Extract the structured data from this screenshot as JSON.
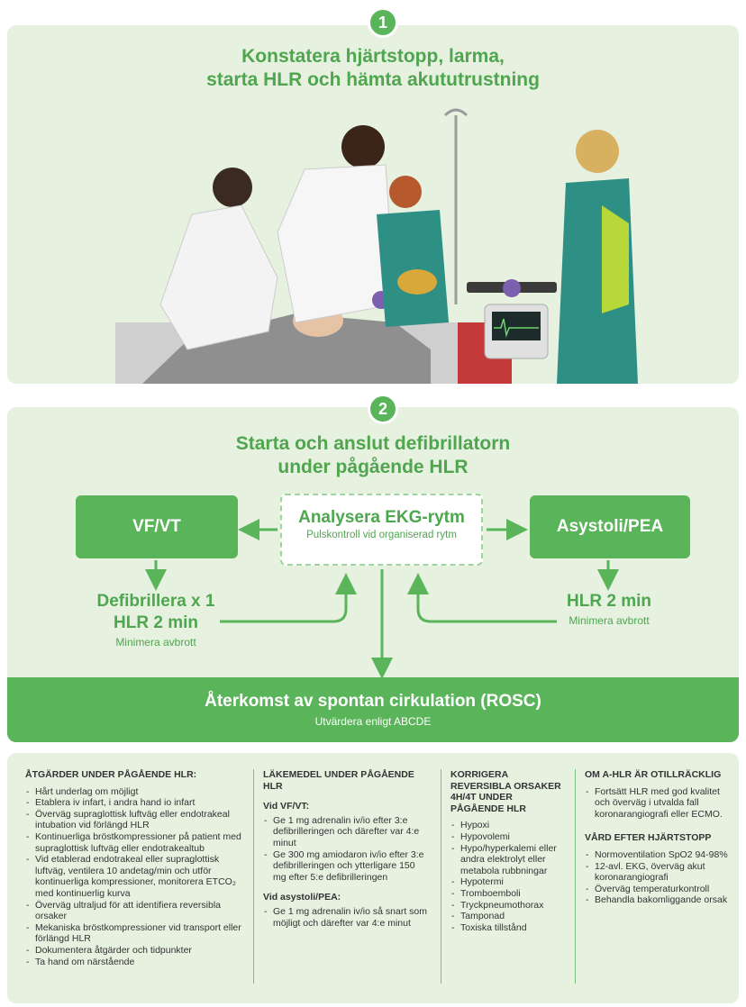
{
  "step1": {
    "number": "1",
    "title_line1": "Konstatera hjärtstopp, larma,",
    "title_line2": "starta HLR och hämta akututrustning"
  },
  "step2": {
    "number": "2",
    "title_line1": "Starta och anslut defibrillatorn",
    "title_line2": "under pågående HLR",
    "analyse_title": "Analysera EKG-rytm",
    "analyse_sub": "Pulskontroll vid organiserad rytm",
    "left_box": "VF/VT",
    "right_box": "Asystoli/PEA",
    "left_outcome_line1": "Defibrillera x 1",
    "left_outcome_line2": "HLR 2 min",
    "left_outcome_sub": "Minimera avbrott",
    "right_outcome_line1": "HLR 2 min",
    "right_outcome_sub": "Minimera avbrott",
    "rosc_title": "Återkomst av spontan cirkulation (ROSC)",
    "rosc_sub": "Utvärdera enligt ABCDE"
  },
  "info": {
    "col1": {
      "heading": "ÅTGÄRDER UNDER PÅGÅENDE HLR:",
      "items": [
        "Hårt underlag om möjligt",
        "Etablera iv infart, i andra hand io infart",
        "Överväg supraglottisk luftväg eller endotrakeal intubation vid förlängd HLR",
        "Kontinuerliga bröstkompressioner på patient med supraglottisk luftväg eller endotrakealtub",
        "Vid etablerad endotrakeal eller supraglottisk luftväg, ventilera 10 andetag/min och utför kontinuerliga kompressioner, monitorera ETCO₂ med kontinuerlig kurva",
        "Överväg ultraljud för att identifiera reversibla orsaker",
        "Mekaniska bröstkompressioner vid transport eller förlängd HLR",
        "Dokumentera åtgärder och tidpunkter",
        "Ta hand om närstående"
      ]
    },
    "col2": {
      "heading": "LÄKEMEDEL UNDER PÅGÅENDE HLR",
      "sub1": "Vid VF/VT:",
      "items1": [
        "Ge 1 mg adrenalin iv/io efter 3:e defibrilleringen och därefter var 4:e minut",
        "Ge 300 mg amiodaron iv/io efter 3:e defibrilleringen och ytterligare 150 mg efter 5:e defibrilleringen"
      ],
      "sub2": "Vid asystoli/PEA:",
      "items2": [
        "Ge 1 mg adrenalin iv/io så snart som möjligt och därefter var 4:e minut"
      ]
    },
    "col3": {
      "heading": "KORRIGERA REVERSIBLA ORSAKER 4H/4T UNDER PÅGÅENDE HLR",
      "items": [
        "Hypoxi",
        "Hypovolemi",
        "Hypo/hyperkalemi eller andra elektrolyt eller metabola rubbningar",
        "Hypotermi",
        "Tromboemboli",
        "Tryckpneumothorax",
        "Tamponad",
        "Toxiska tillstånd"
      ]
    },
    "col4": {
      "heading": "OM A-HLR ÄR OTILLRÄCKLIG",
      "items": [
        "Fortsätt HLR med god kvalitet och överväg i utvalda fall koronarangiografi eller ECMO."
      ],
      "heading2": "VÅRD EFTER HJÄRTSTOPP",
      "items2": [
        "Normoventilation SpO2 94-98%",
        "12-avl. EKG, överväg akut koronarangiografi",
        "Överväg temperaturkontroll",
        "Behandla bakomliggande orsak"
      ]
    }
  }
}
